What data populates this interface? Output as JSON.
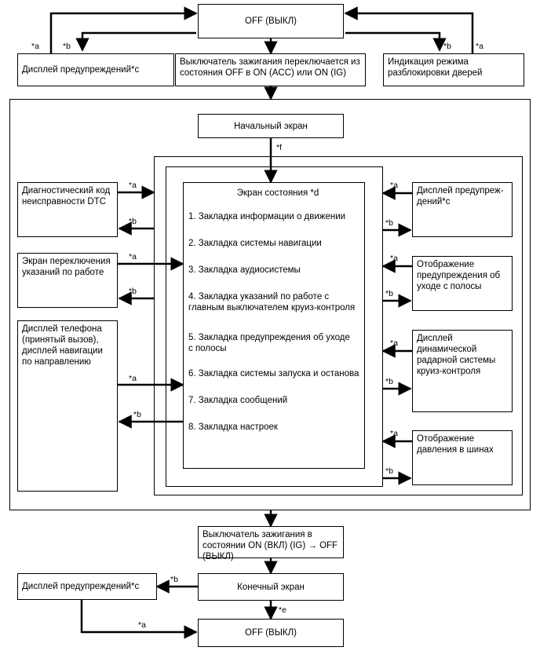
{
  "boxes": {
    "off_top": "OFF (ВЫКЛ)",
    "warn_left_top": "Дисплей предупреждений*c",
    "ignition_on": "Выключатель зажигания переключается из состояния OFF в ON (ACC) или ON (IG)",
    "door_unlock": "Индикация режима разблокировки дверей",
    "start_screen": "Начальный экран",
    "dtc": "Диагностический код неисправности DTC",
    "driving_instr": "Экран переключения указаний по работе",
    "phone_nav": "Дисплей телефона (принятый вызов), дисплей навигации по направлению",
    "status_title": "Экран состояния *d",
    "warn_right": "Дисплей предупреж-дений*c",
    "lane_warn": "Отображение предупреждения об уходе с полосы",
    "radar": "Дисплей динамической радарной системы круиз-контроля",
    "tire": "Отображение давления в шинах",
    "ignition_off": "Выключатель зажигания в состоянии ON (ВКЛ) (IG) → OFF (ВЫКЛ)",
    "end_screen": "Конечный экран",
    "warn_left_bottom": "Дисплей предупреждений*c",
    "off_bottom": "OFF (ВЫКЛ)"
  },
  "tabs": [
    "1. Закладка информации о движении",
    "2. Закладка системы навигации",
    "3. Закладка аудиосистемы",
    "4. Закладка указаний по работе с главным выключателем круиз-контроля",
    "5. Закладка предупреждения об уходе с полосы",
    "6. Закладка системы запуска и останова",
    "7. Закладка сообщений",
    "8. Закладка настроек"
  ],
  "labels": {
    "a": "*a",
    "b": "*b",
    "e": "*e",
    "f": "*f"
  }
}
